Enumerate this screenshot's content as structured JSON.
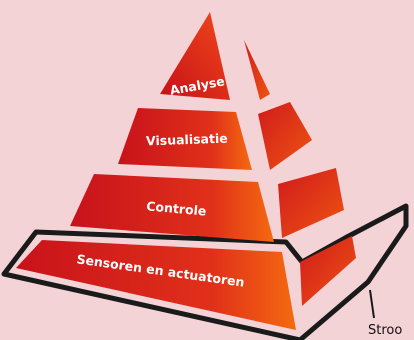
{
  "diagram": {
    "levels": [
      {
        "label": "Analyse"
      },
      {
        "label": "Visualisatie"
      },
      {
        "label": "Controle"
      },
      {
        "label": "Sensoren en actuatoren"
      }
    ],
    "callout": {
      "label": "Stroo"
    },
    "colors": {
      "background": "#f4d3d6",
      "grad_start": "#c9141c",
      "grad_end": "#f36a0f",
      "outline": "#1a1a1a",
      "label": "#ffffff"
    }
  }
}
